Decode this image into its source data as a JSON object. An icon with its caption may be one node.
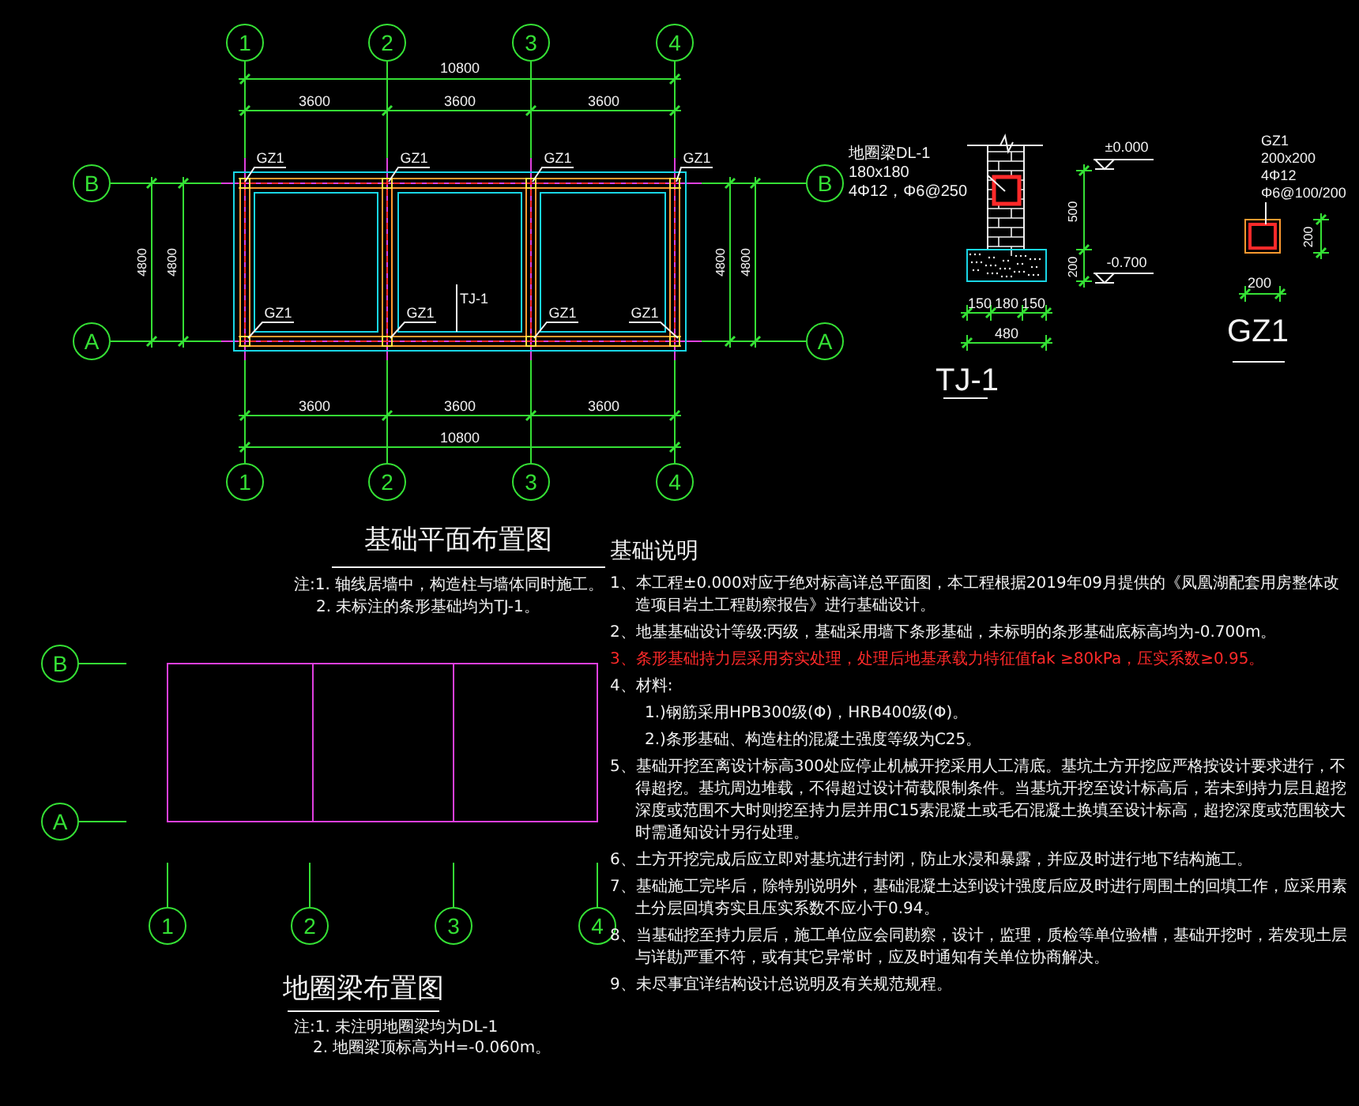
{
  "diagram": {
    "nodes": [
      {
        "text": [
          "1"
        ]
      },
      {
        "text": [
          "2"
        ]
      },
      {
        "text": [
          "3"
        ]
      },
      {
        "text": [
          "4"
        ]
      },
      {
        "text": [
          "B"
        ]
      },
      {
        "text": [
          "B"
        ]
      },
      {
        "text": [
          "GZ1"
        ]
      },
      {
        "text": [
          "GZ1"
        ]
      },
      {
        "text": [
          "GZ1"
        ]
      },
      {
        "text": [
          "GZ1"
        ]
      },
      {
        "text": [
          "GZ1"
        ]
      },
      {
        "text": [
          "GZ1"
        ]
      },
      {
        "text": [
          "GZ1"
        ]
      },
      {
        "text": [
          "GZ1"
        ]
      },
      {
        "text": [
          "A"
        ]
      },
      {
        "text": [
          "A"
        ]
      },
      {
        "text": [
          "1"
        ]
      },
      {
        "text": [
          "2"
        ]
      },
      {
        "text": [
          "3"
        ]
      },
      {
        "text": [
          "4"
        ]
      },
      {
        "text": [
          "地圈梁DL-1 180x180",
          "4Φ12，Φ6@250"
        ]
      },
      {
        "text": [
          "GZ1",
          "200x200",
          "4Φ12",
          "Φ6@100/200"
        ]
      },
      {
        "text": [
          "B"
        ]
      },
      {
        "text": [
          "A"
        ]
      },
      {
        "text": [
          "1"
        ]
      },
      {
        "text": [
          "2"
        ]
      },
      {
        "text": [
          "3"
        ]
      },
      {
        "text": [
          "4"
        ]
      }
    ],
    "edges": [
      {
        "from": 6,
        "to": null,
        "arrow": "none"
      },
      {
        "from": 7,
        "to": null,
        "arrow": "none"
      },
      {
        "from": 8,
        "to": null,
        "arrow": "none"
      },
      {
        "from": 9,
        "to": null,
        "arrow": "none"
      },
      {
        "from": 10,
        "to": null,
        "arrow": "none"
      },
      {
        "from": 11,
        "to": null,
        "arrow": "none"
      },
      {
        "from": 12,
        "to": null,
        "arrow": "none"
      },
      {
        "from": 13,
        "to": null,
        "arrow": "none"
      },
      {
        "from": 20,
        "to": null,
        "arrow": "none"
      },
      {
        "from": 21,
        "to": null,
        "arrow": "none"
      }
    ],
    "labels": [
      "10800",
      "3600",
      "3600",
      "3600",
      "4800",
      "4800",
      "4800",
      "4800",
      "TJ-1",
      "3600",
      "3600",
      "3600",
      "10800",
      "±0.000",
      "500",
      "-0.700",
      "200",
      "150",
      "180",
      "150",
      "480",
      "TJ-1",
      "200",
      "200",
      "GZ1",
      "基础平面布置图",
      "注:1. 轴线居墙中，构造柱与墙体同时施工。",
      "2. 未标注的条形基础均为TJ-1。",
      "基础说明",
      "1、本工程±0.000对应于绝对标高详总平面图，本工程根据2019年09月提供的《凤凰湖配套用房整体改造项目岩土工程勘察报告》进行基础设计。",
      "2、地基基础设计等级:丙级，基础采用墙下条形基础，未标明的条形基础底标高均为-0.700m。",
      "3、条形基础持力层采用夯实处理，处理后地基承载力特征值fak ≥80kPa，压实系数≥0.95。",
      "4、材料:",
      "1.)钢筋采用HPB300级(Φ)，HRB400级(Φ)。",
      "2.)条形基础、构造柱的混凝土强度等级为C25。",
      "5、基础开挖至离设计标高300处应停止机械开挖采用人工清底。基坑土方开挖应严格按设计要求进行，不得超挖。基坑周边堆载，不得超过设计荷载限制条件。当基坑开挖至设计标高后，若未到持力层且超挖深度或范围不大时则挖至持力层并用C15素混凝土或毛石混凝土换填至设计标高，超挖深度或范围较大时需通知设计另行处理。",
      "6、土方开挖完成后应立即对基坑进行封闭，防止水浸和暴露，并应及时进行地下结构施工。",
      "7、基础施工完毕后，除特别说明外，基础混凝土达到设计强度后应及时进行周围土的回填工作，应采用素土分层回填夯实且压实系数不应小于0.94。",
      "8、当基础挖至持力层后，施工单位应会同勘察，设计，监理，质检等单位验槽，基础开挖时，若发现土层与详勘严重不符，或有其它异常时，应及时通知有关单位协商解决。",
      "9、未尽事宜详结构设计总说明及有关规范规程。",
      "地圈梁布置图",
      "注:1. 未注明地圈梁均为DL-1",
      "2. 地圈梁顶标高为H=-0.060m。"
    ]
  }
}
